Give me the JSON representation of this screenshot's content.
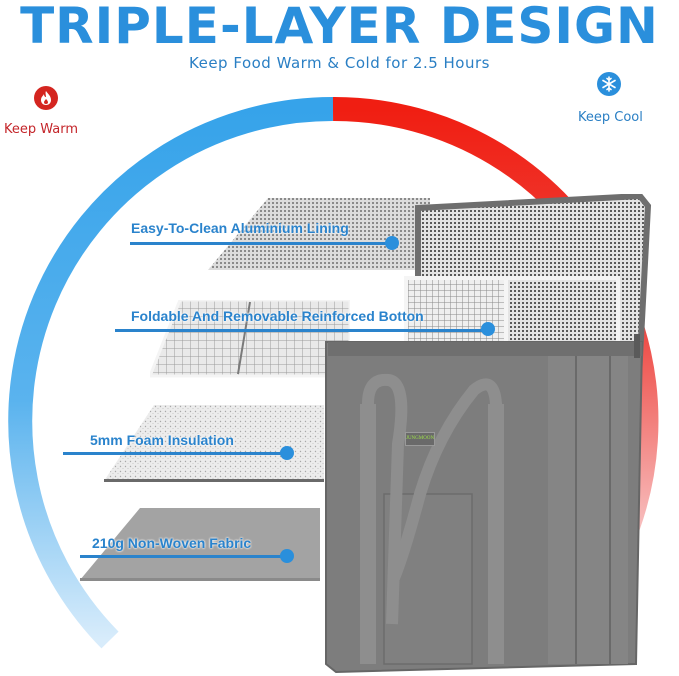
{
  "header": {
    "title": "TRIPLE-LAYER DESIGN",
    "subtitle": "Keep Food Warm & Cold for 2.5 Hours"
  },
  "badges": {
    "warm": {
      "label": "Keep Warm",
      "icon": "flame-icon",
      "color": "#d42520"
    },
    "cool": {
      "label": "Keep Cool",
      "icon": "snowflake-icon",
      "color": "#2a8fdc"
    }
  },
  "layers": [
    {
      "label": "Easy-To-Clean Aluminium Lining",
      "material": "aluminium"
    },
    {
      "label": "Foldable And Removable Reinforced Botton",
      "material": "aluminium-board"
    },
    {
      "label": "5mm Foam Insulation",
      "material": "foam"
    },
    {
      "label": "210g Non-Woven Fabric",
      "material": "fabric"
    }
  ],
  "product": {
    "brand_tag": "JUNGMOON",
    "color": "#7a7a7a"
  },
  "colors": {
    "accent_blue": "#2a8fdc",
    "accent_red": "#ee2a1c",
    "text_blue": "#2a83cc"
  }
}
